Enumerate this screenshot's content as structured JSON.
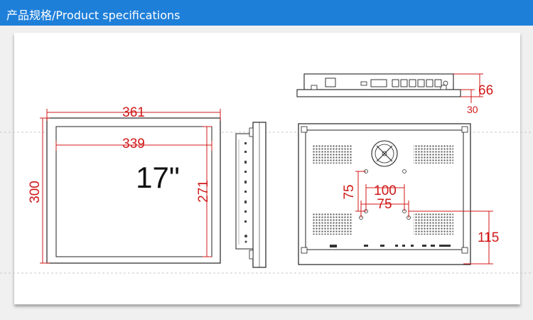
{
  "header": {
    "title": "产品规格/Product specifications"
  },
  "dimensions": {
    "outer_width": "361",
    "inner_width": "339",
    "outer_height": "300",
    "inner_height": "271",
    "screen_size": "17\"",
    "depth_total": "66",
    "depth_front": "30",
    "vesa_large": "100",
    "vesa_small": "75",
    "vesa_vertical": "75",
    "mount_offset": "115"
  },
  "colors": {
    "header": "#1e7fd9",
    "dimension": "#d01818",
    "outline": "#222222"
  }
}
